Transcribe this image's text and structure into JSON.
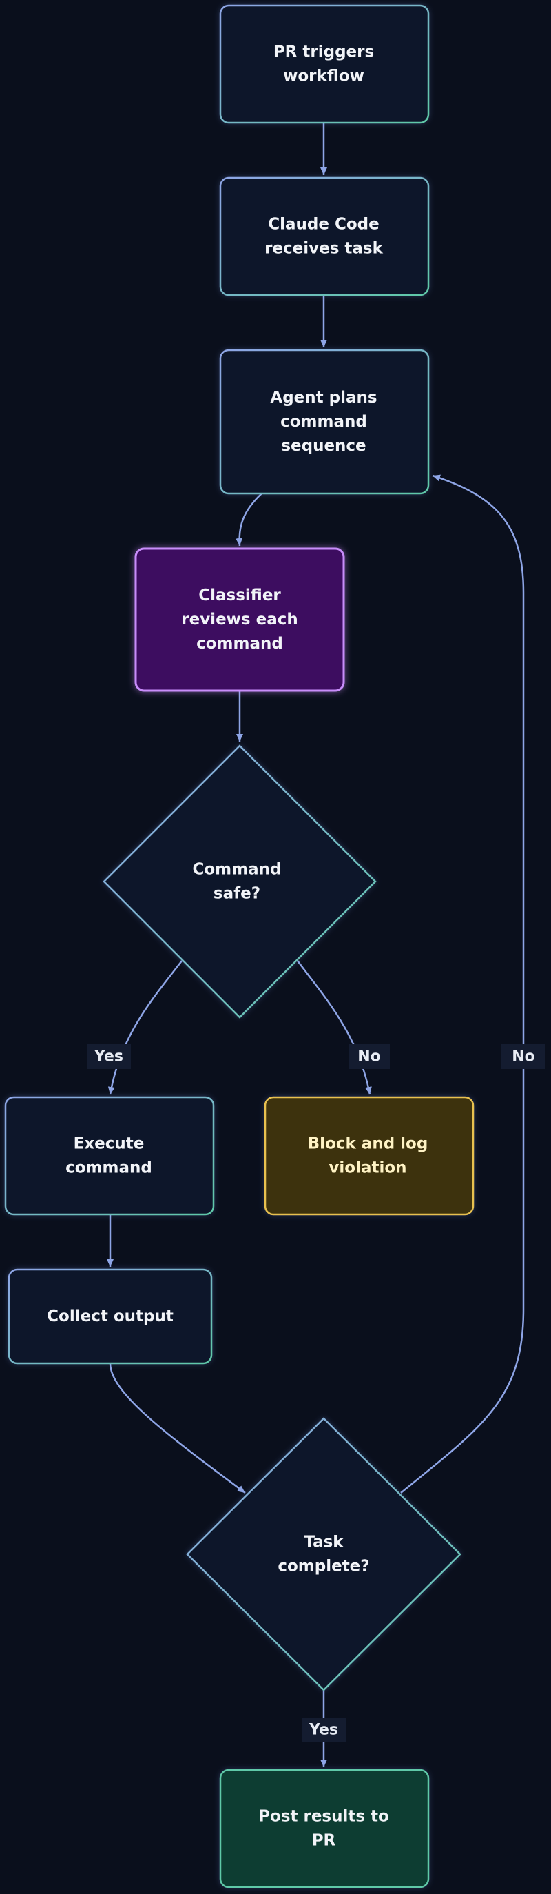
{
  "diagram": {
    "nodes": {
      "pr_triggers": "PR triggers\nworkflow",
      "receives_task": "Claude Code\nreceives task",
      "agent_plans": "Agent plans\ncommand\nsequence",
      "classifier": "Classifier\nreviews each\ncommand",
      "command_safe": "Command\nsafe?",
      "execute": "Execute\ncommand",
      "block": "Block and log\nviolation",
      "collect": "Collect output",
      "task_complete": "Task\ncomplete?",
      "post_results": "Post results to\nPR"
    },
    "edge_labels": {
      "safe_yes": "Yes",
      "safe_no": "No",
      "complete_no": "No",
      "complete_yes": "Yes"
    }
  },
  "colors": {
    "background": "#0a0f1c",
    "node_fill": "#0f1729",
    "node_border_start": "#8ea5e6",
    "node_border_end": "#5fc9a8",
    "classifier_fill": "#3d0c61",
    "classifier_border": "#c88dfa",
    "block_fill": "#3d3310",
    "block_border": "#e8c14f",
    "post_fill": "#0c3d31",
    "post_border": "#5fc9a8",
    "edge": "#8ea5e6",
    "label_bg": "#141c30"
  }
}
